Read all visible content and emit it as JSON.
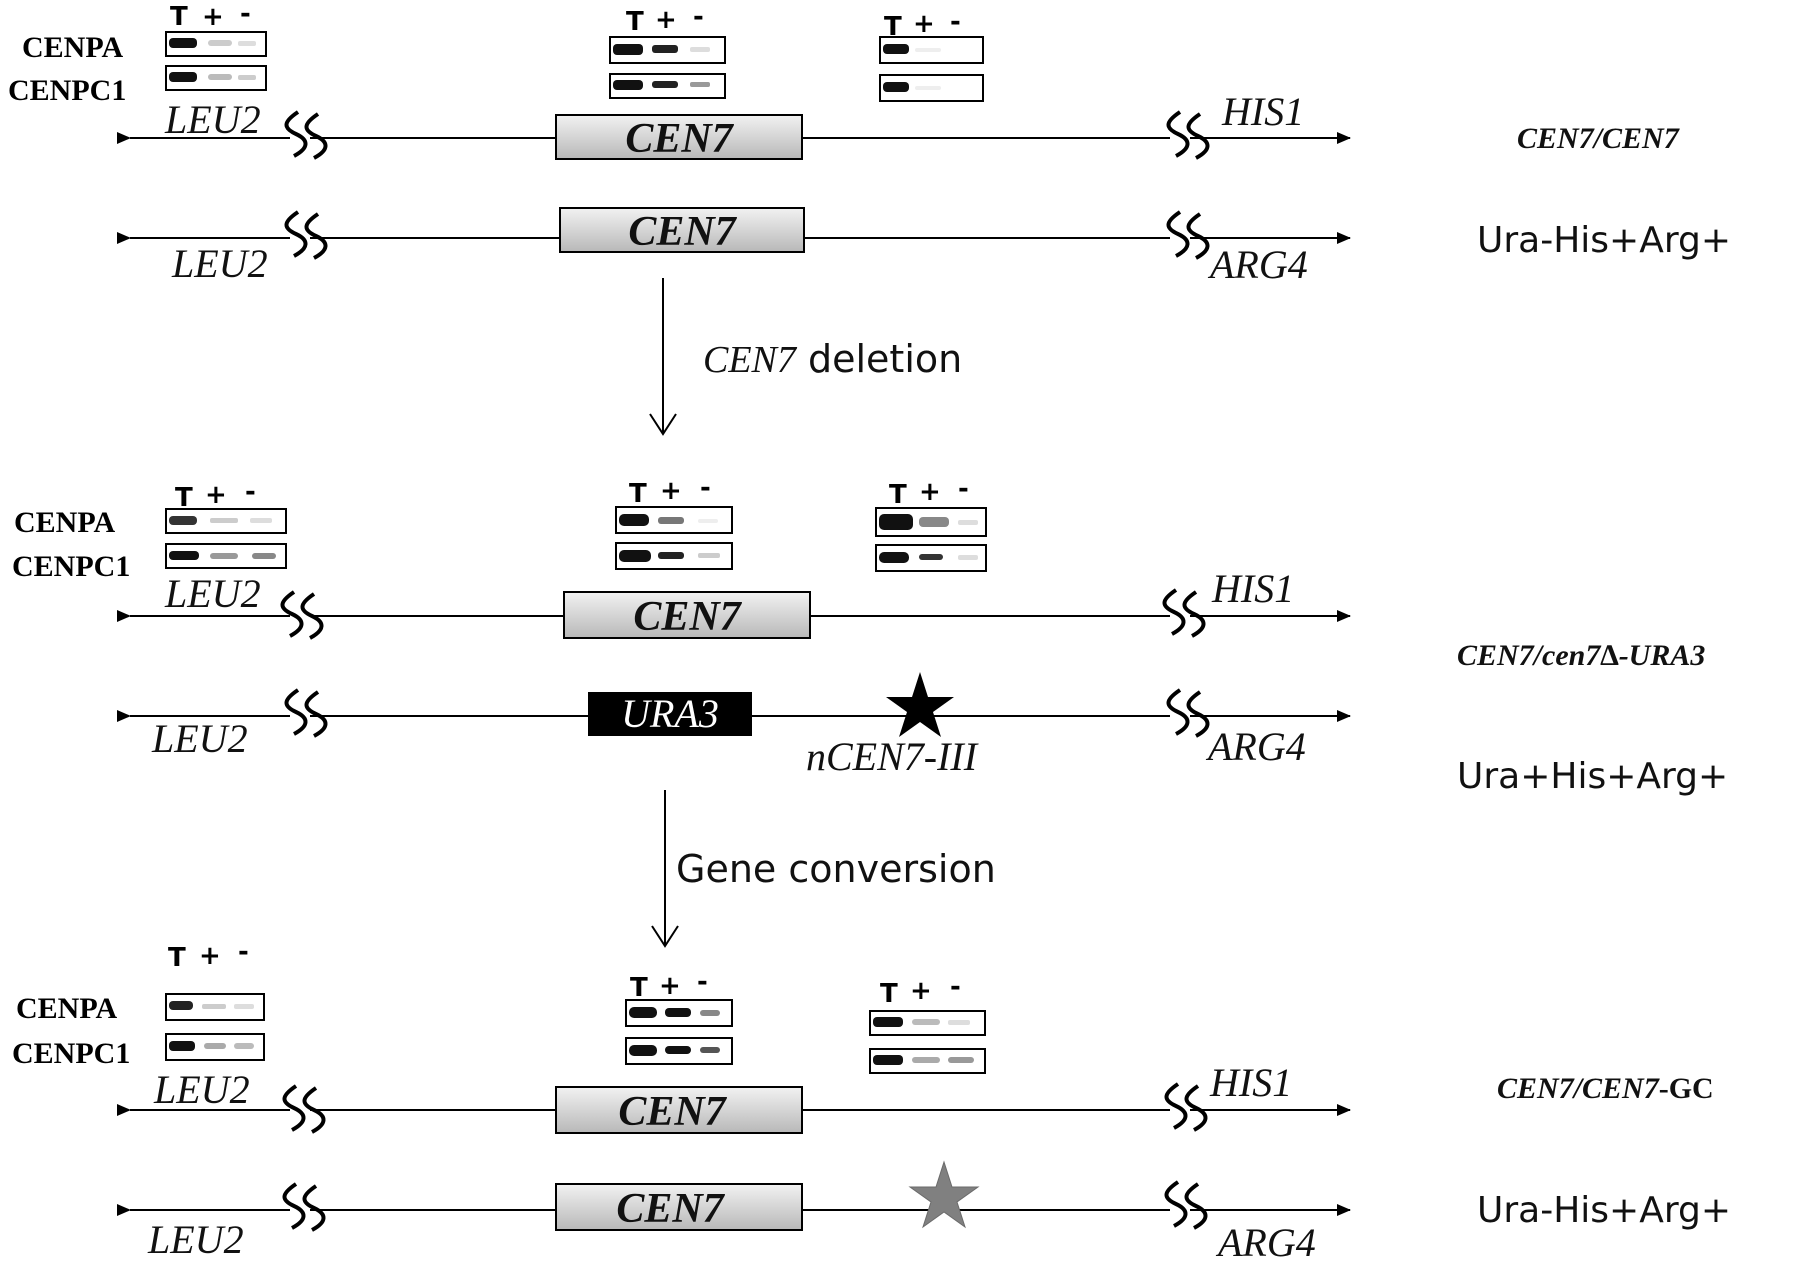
{
  "proteins": {
    "cenpa": "CENPA",
    "cenpc1": "CENPC1"
  },
  "lanes": {
    "total": "T",
    "plus": "+",
    "minus": "-"
  },
  "genes": {
    "leu2": "LEU2",
    "his1": "HIS1",
    "arg4": "ARG4",
    "cen7": "CEN7",
    "ura3": "URA3",
    "ncen7": "nCEN7-III"
  },
  "steps": {
    "deletion_gene": "CEN7",
    "deletion_rest": " deletion",
    "conversion": "Gene conversion"
  },
  "panels": [
    {
      "genotype": "CEN7/CEN7",
      "phenotype": "Ura-His+Arg+"
    },
    {
      "genotype": "CEN7/cen7∆-URA3",
      "phenotype": "Ura+His+Arg+"
    },
    {
      "genotype_italic": "CEN7/CEN7",
      "genotype_suffix": "-GC",
      "phenotype": "Ura-His+Arg+"
    }
  ],
  "colors": {
    "cen_box_top": "#f2f2f2",
    "cen_box_bottom": "#b8b8b8",
    "ura3_box": "#000000",
    "star_active": "#000000",
    "star_inactive": "#808080"
  }
}
